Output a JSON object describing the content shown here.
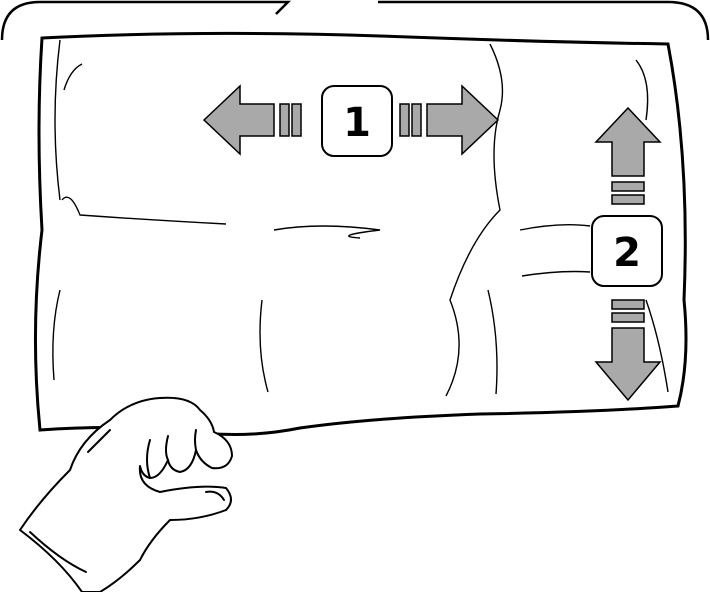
{
  "steps": [
    {
      "label": "1",
      "direction": "horizontal"
    },
    {
      "label": "2",
      "direction": "vertical"
    }
  ],
  "colors": {
    "arrow_fill": "#a9a9a9",
    "outline": "#000000",
    "background": "#ffffff"
  },
  "icons": [
    "hand-icon",
    "double-arrow-horizontal-icon",
    "double-arrow-vertical-icon"
  ]
}
